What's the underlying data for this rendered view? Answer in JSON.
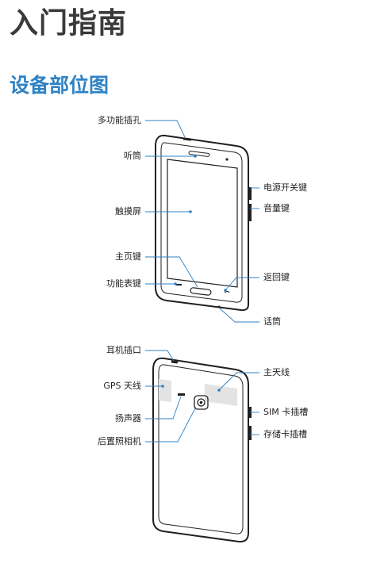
{
  "page": {
    "chapter_title": "入门指南",
    "section_title": "设备部位图"
  },
  "front": {
    "labels": {
      "multi_jack": "多功能插孔",
      "earpiece": "听筒",
      "touchscreen": "触摸屏",
      "home_key": "主页键",
      "menu_key": "功能表键",
      "power_key": "电源开关键",
      "volume_key": "音量键",
      "back_key": "返回键",
      "microphone": "话筒"
    }
  },
  "back": {
    "labels": {
      "headset_jack": "耳机插口",
      "gps_antenna": "GPS 天线",
      "speaker": "扬声器",
      "rear_camera": "后置照相机",
      "main_antenna": "主天线",
      "sim_slot": "SIM 卡插槽",
      "memory_slot": "存储卡插槽"
    }
  },
  "colors": {
    "section_accent": "#2f82c4",
    "antenna_fill": "#e3e3e3",
    "line": "#231f20"
  }
}
